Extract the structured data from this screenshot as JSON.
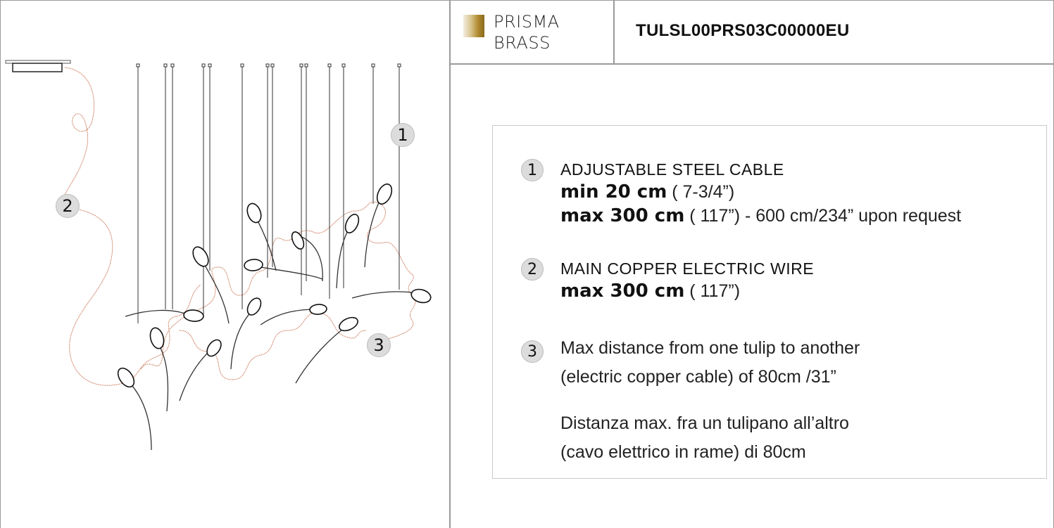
{
  "header": {
    "finish_name": "PRISMA\nBRASS",
    "product_code": "TULSL00PRS03C00000EU"
  },
  "drawing": {
    "callouts": [
      "1",
      "2",
      "3"
    ]
  },
  "legend": {
    "item1": {
      "number": "1",
      "title": "ADJUSTABLE  STEEL CABLE",
      "min_bold": "min 20 cm",
      "min_rest": "  ( 7-3/4”)",
      "max_bold": "max 300 cm",
      "max_rest": " ( 117”) - 600 cm/234” upon request"
    },
    "item2": {
      "number": "2",
      "title": "MAIN COPPER ELECTRIC WIRE",
      "max_bold": "max 300 cm",
      "max_rest": " ( 117”)"
    },
    "item3": {
      "number": "3",
      "line1": "Max distance from one tulip to another",
      "line2": "(electric copper cable) of 80cm /31”",
      "line3": "Distanza max. fra un tulipano all’altro",
      "line4": "(cavo elettrico in rame) di 80cm"
    }
  },
  "colors": {
    "copper_wire": "#c9714f",
    "steel_cable": "#333333",
    "border": "#9a9a9a",
    "badge": "#dcdcdc"
  }
}
